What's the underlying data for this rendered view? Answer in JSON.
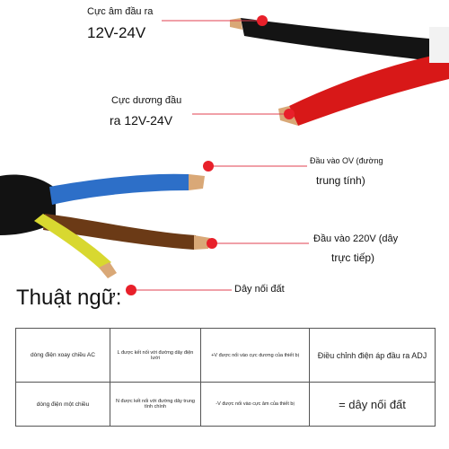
{
  "labels": {
    "neg_line1": "Cực âm đầu ra",
    "neg_line2": "12V-24V",
    "pos_line1": "Cực dương đầu",
    "pos_line2": "ra 12V-24V",
    "neutral_line1": "Đầu vào OV (đường",
    "neutral_line2": "trung tính)",
    "live_line1": "Đầu vào 220V (dây",
    "live_line2": "trực tiếp)",
    "ground": "Dây nối đất"
  },
  "glossary": {
    "title": "Thuật ngữ:",
    "rows": [
      [
        "dòng điện xoay chiều AC",
        "L được kết nối với đường dây điện lưới",
        "+V được nối vào cực dương của thiết bị",
        "Điều chỉnh điện áp đầu ra ADJ"
      ],
      [
        "dòng điện một chiều",
        "N được kết nối với đường dây trung tính chính",
        "-V được nối vào cực âm của thiết bị",
        "= dây nối đất"
      ]
    ]
  },
  "colors": {
    "marker": "#e8202a",
    "leader": "#e04050",
    "wire_black": "#151515",
    "wire_red": "#d81818",
    "wire_blue": "#2d6fc8",
    "wire_brown": "#6b3a16",
    "wire_yellow_green": "#d8d830",
    "copper": "#d8a070"
  }
}
